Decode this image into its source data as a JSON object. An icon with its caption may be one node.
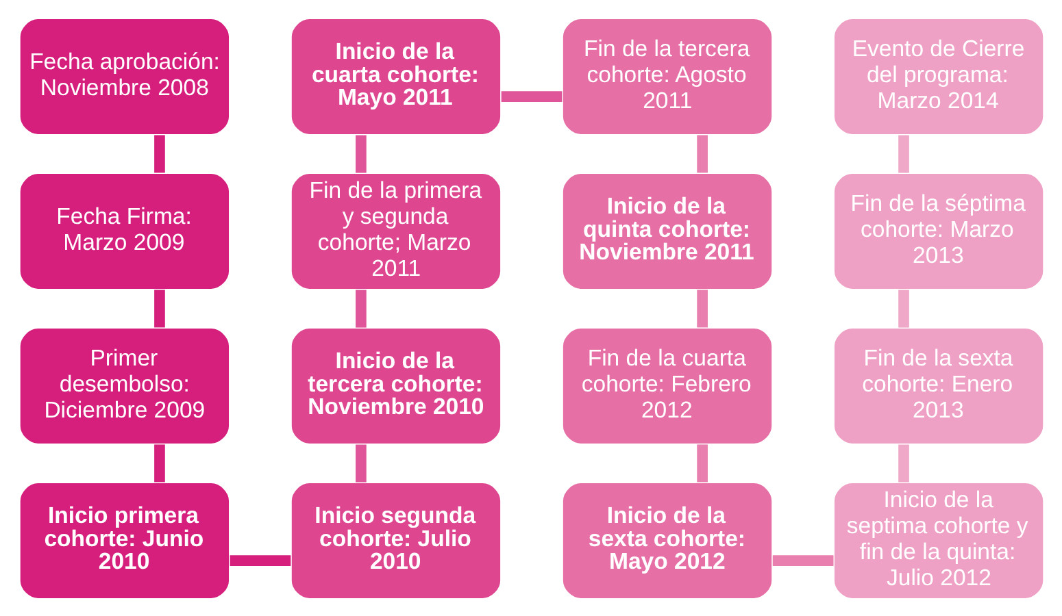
{
  "diagram": {
    "nodes": [
      {
        "text": [
          "Fecha aprobación: Noviembre 2008"
        ]
      },
      {
        "text": [
          "Fecha Firma: Marzo 2009"
        ]
      },
      {
        "text": [
          "Primer desembolso: Diciembre 2009"
        ]
      },
      {
        "text": [
          "Inicio primera cohorte: Junio 2010"
        ]
      },
      {
        "text": [
          "Inicio segunda cohorte: Julio 2010"
        ]
      },
      {
        "text": [
          "Inicio de la tercera cohorte: Noviembre 2010"
        ]
      },
      {
        "text": [
          "Fin de la primera y segunda cohorte; Marzo 2011"
        ]
      },
      {
        "text": [
          "Inicio de la cuarta cohorte: Mayo 2011"
        ]
      },
      {
        "text": [
          "Fin de la tercera cohorte: Agosto 2011"
        ]
      },
      {
        "text": [
          "Inicio de la quinta cohorte: Noviembre 2011"
        ]
      },
      {
        "text": [
          "Fin de la cuarta cohorte: Febrero 2012"
        ]
      },
      {
        "text": [
          "Inicio de la sexta cohorte: Mayo 2012"
        ]
      },
      {
        "text": [
          "Inicio de la septima cohorte y fin de la quinta: Julio 2012"
        ]
      },
      {
        "text": [
          "Fin de la sexta cohorte: Enero 2013"
        ]
      },
      {
        "text": [
          "Fin de la séptima cohorte: Marzo 2013"
        ]
      },
      {
        "text": [
          "Evento de Cierre del programa: Marzo 2014"
        ]
      }
    ],
    "edges": [
      {
        "from": 0,
        "to": 1,
        "arrow": "none",
        "color": "#d61f7c"
      },
      {
        "from": 1,
        "to": 2,
        "arrow": "none",
        "color": "#d61f7c"
      },
      {
        "from": 2,
        "to": 3,
        "arrow": "none",
        "color": "#d61f7c"
      },
      {
        "from": 3,
        "to": 4,
        "arrow": "none",
        "color": "#d61f7c"
      },
      {
        "from": 4,
        "to": 5,
        "arrow": "none",
        "color": "#e0549a"
      },
      {
        "from": 5,
        "to": 6,
        "arrow": "none",
        "color": "#e0549a"
      },
      {
        "from": 6,
        "to": 7,
        "arrow": "none",
        "color": "#e0549a"
      },
      {
        "from": 7,
        "to": 8,
        "arrow": "none",
        "color": "#e0549a"
      },
      {
        "from": 8,
        "to": 9,
        "arrow": "none",
        "color": "#e87fae"
      },
      {
        "from": 9,
        "to": 10,
        "arrow": "none",
        "color": "#e87fae"
      },
      {
        "from": 10,
        "to": 11,
        "arrow": "none",
        "color": "#e87fae"
      },
      {
        "from": 11,
        "to": 12,
        "arrow": "none",
        "color": "#e87fae"
      },
      {
        "from": 12,
        "to": 13,
        "arrow": "none",
        "color": "#f0a8c9"
      },
      {
        "from": 13,
        "to": 14,
        "arrow": "none",
        "color": "#f0a8c9"
      },
      {
        "from": 14,
        "to": 15,
        "arrow": "none",
        "color": "#f0a8c9"
      }
    ]
  }
}
